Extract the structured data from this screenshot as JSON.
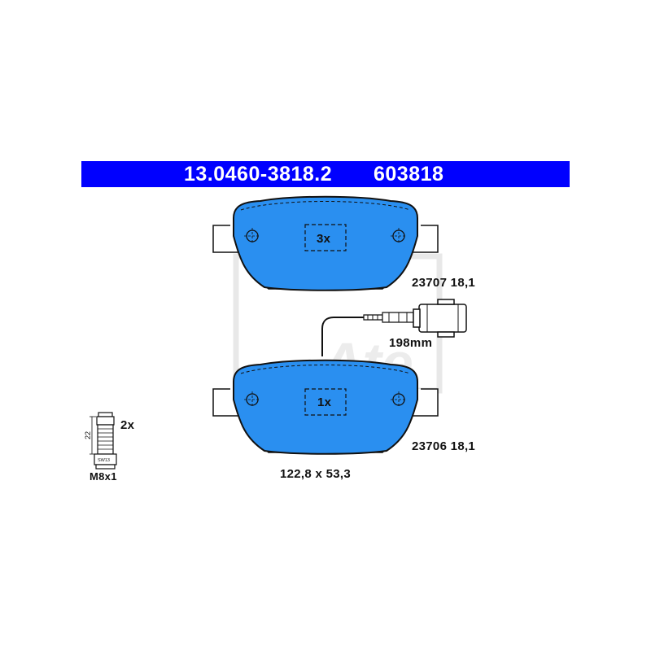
{
  "header": {
    "part_number": "13.0460-3818.2",
    "ref_number": "603818",
    "background": "#0000ff",
    "text_color": "#ffffff"
  },
  "pads": {
    "fill_color": "#2a8ff0",
    "outline_color": "#111111",
    "upper": {
      "quantity": "3x",
      "code": "23707 18,1"
    },
    "lower": {
      "quantity": "1x",
      "code": "23706 18,1"
    },
    "dimensions": "122,8 x 53,3"
  },
  "wear_sensor": {
    "length": "198mm"
  },
  "bolt": {
    "quantity": "2x",
    "thread": "M8x1",
    "length_dim": "22",
    "wrench_size": "SW13"
  },
  "watermark": {
    "text": "Ate",
    "color": "#e6e6e6"
  }
}
